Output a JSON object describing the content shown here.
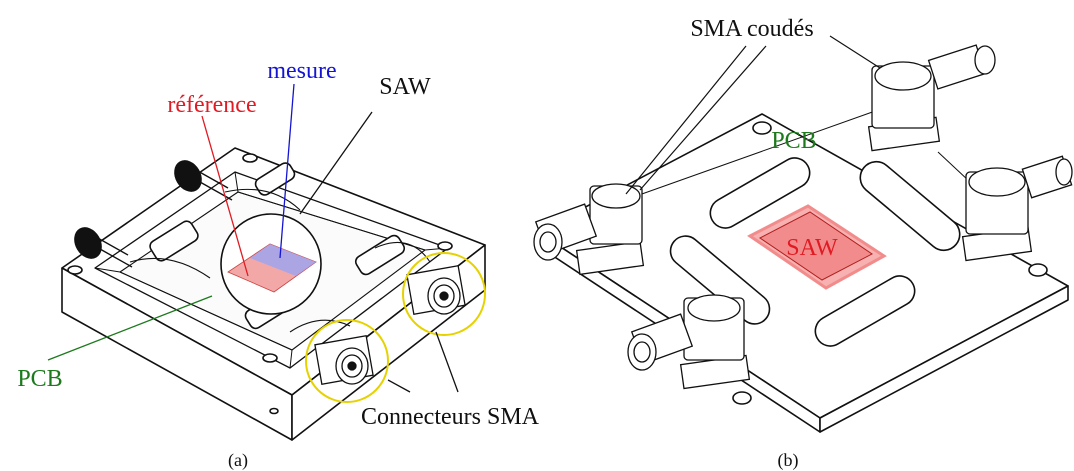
{
  "panel_a": {
    "caption": "(a)",
    "labels": {
      "mesure": "mesure",
      "reference": "référence",
      "saw": "SAW",
      "pcb": "PCB",
      "connectors": "Connecteurs SMA"
    }
  },
  "panel_b": {
    "caption": "(b)",
    "labels": {
      "sma_bent": "SMA coudés",
      "pcb": "PCB",
      "saw": "SAW"
    }
  },
  "colors": {
    "mesure": "#1414d2",
    "reference": "#e01b24",
    "pcb": "#1c7a1c",
    "saw_chip": "#f28c8c",
    "highlight_circle": "#e6d200",
    "line": "#111111"
  }
}
